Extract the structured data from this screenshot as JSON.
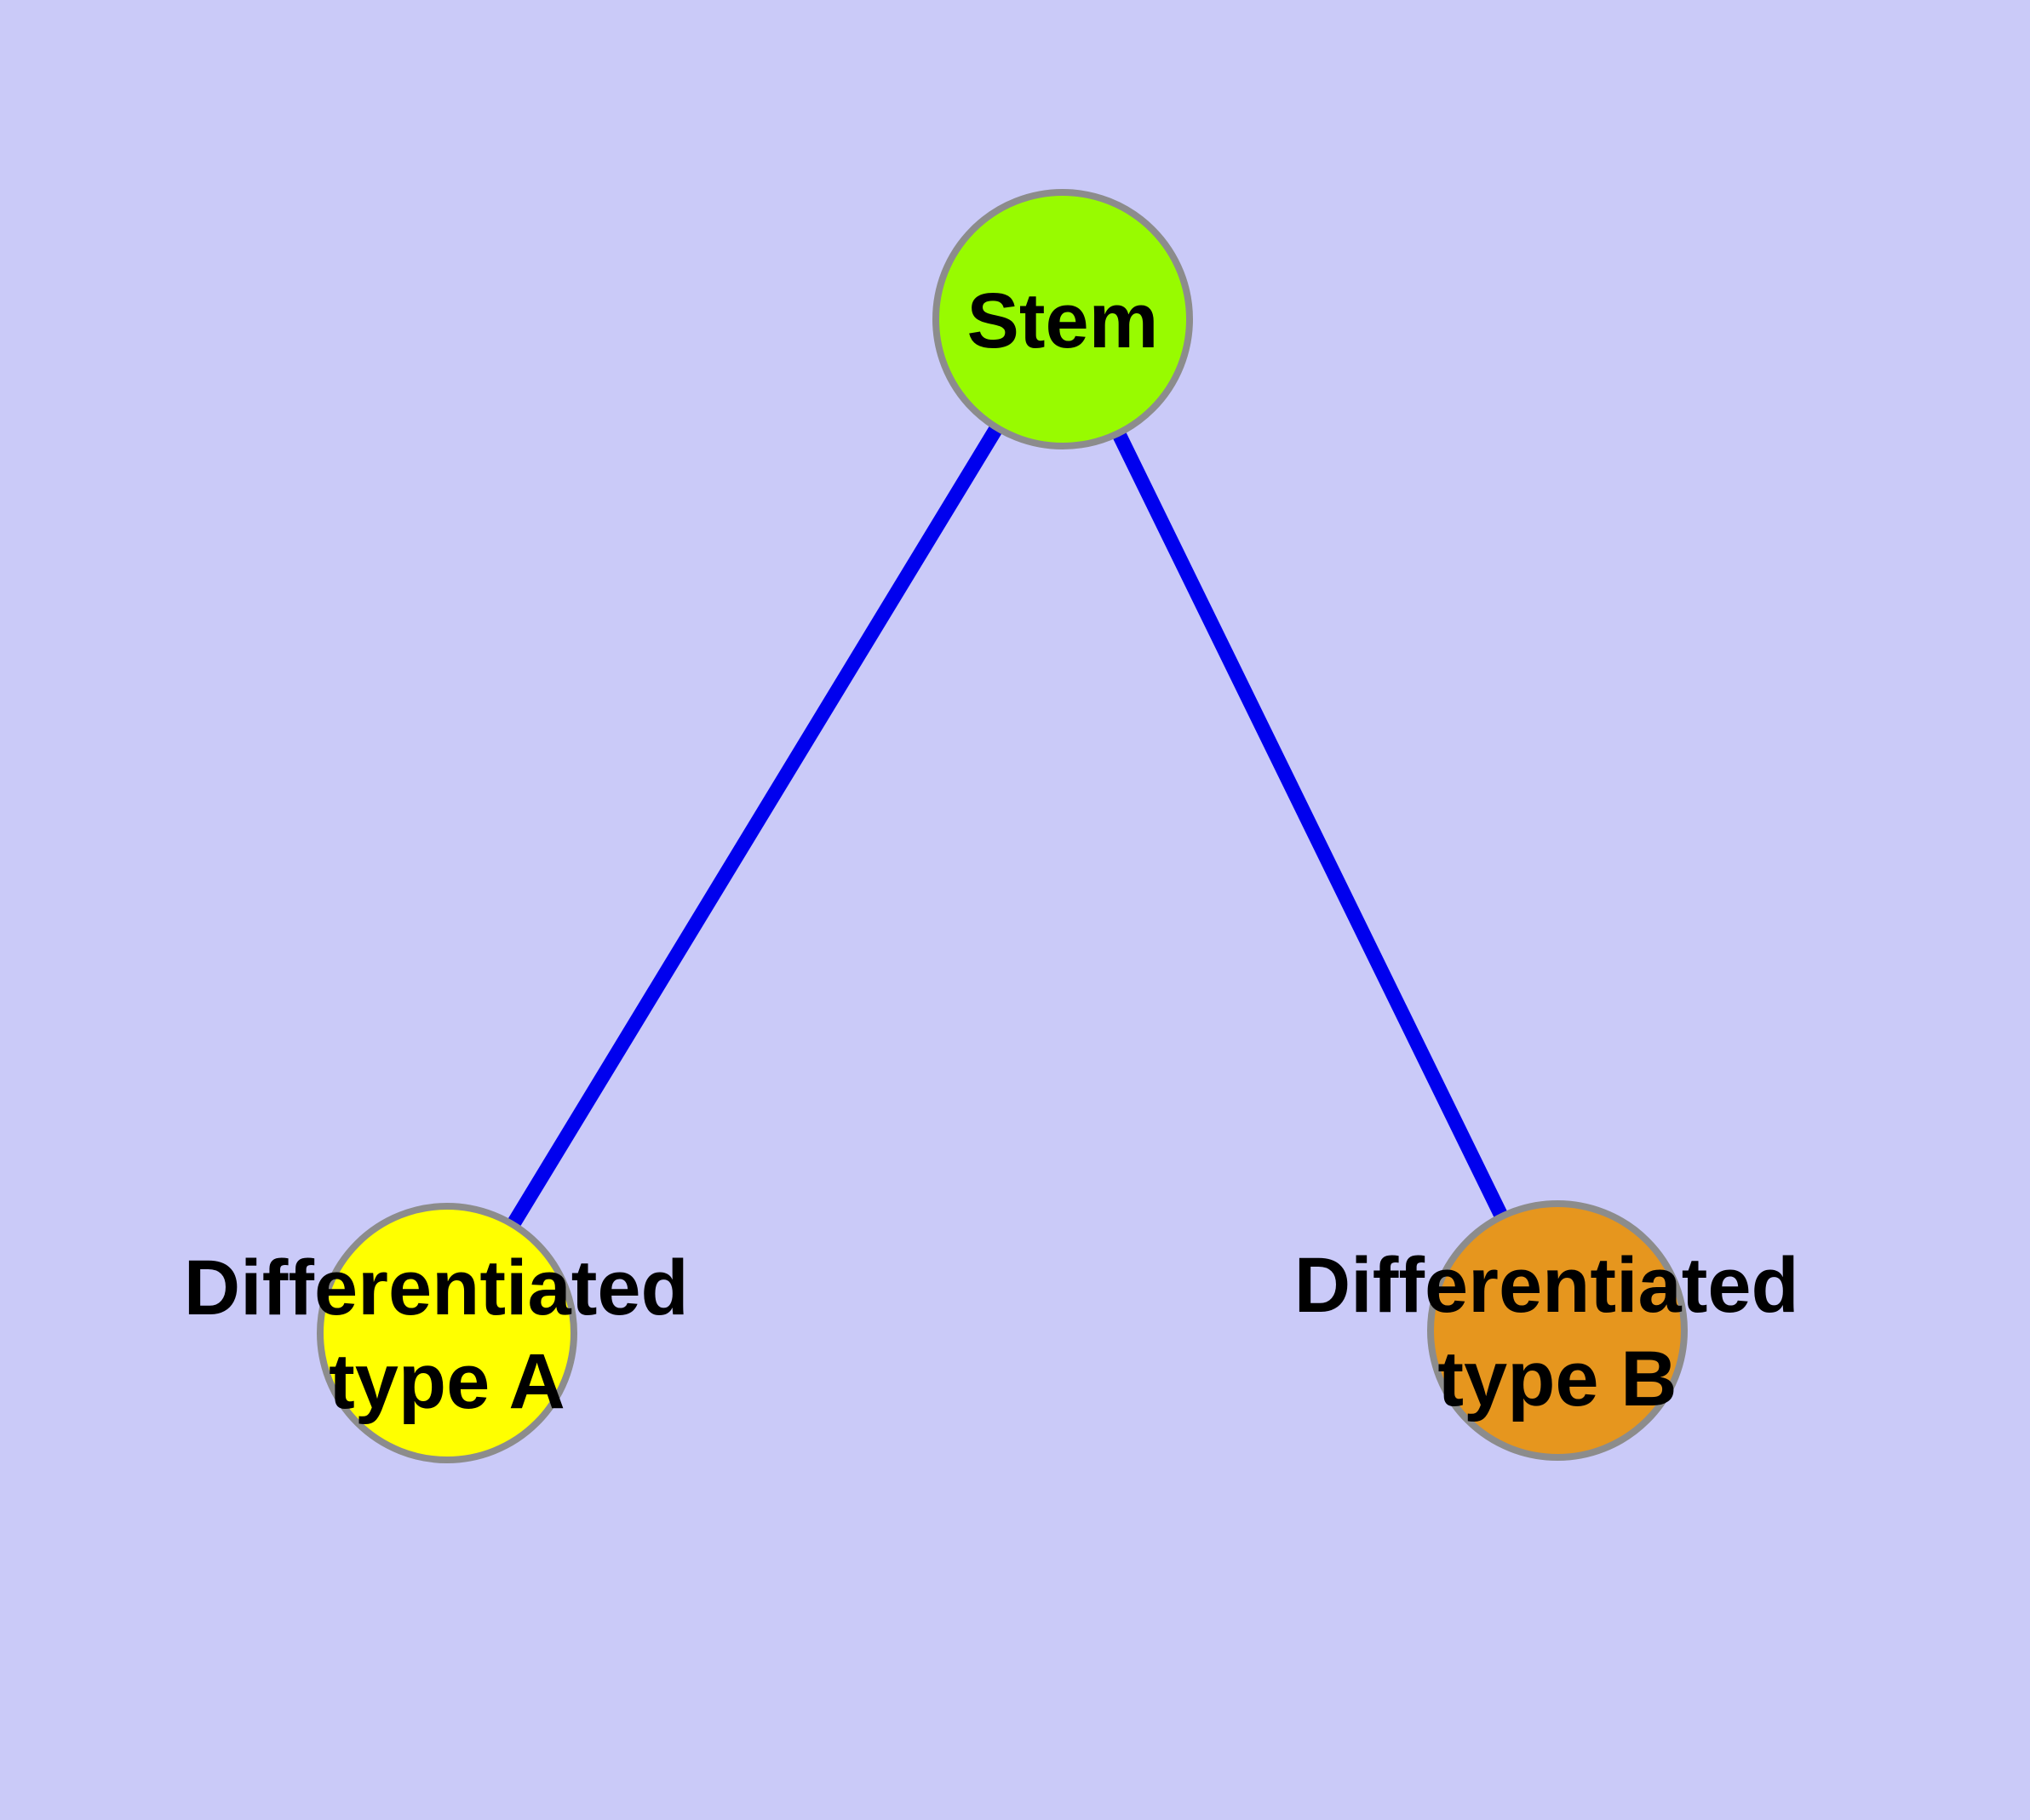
{
  "diagram": {
    "background_color": "#CACAF8",
    "edge_color": "#0000EE",
    "node_border_color": "#8C8C8C",
    "label_color": "#000000",
    "nodes": [
      {
        "id": "stem",
        "label": "Stem",
        "fill_color": "#98FB00",
        "shape": "circle"
      },
      {
        "id": "differentiated-type-a",
        "label_line1": "Differentiated",
        "label_line2": "type A",
        "fill_color": "#FFFF00",
        "shape": "circle"
      },
      {
        "id": "differentiated-type-b",
        "label_line1": "Differentiated",
        "label_line2": "type B",
        "fill_color": "#E6961E",
        "shape": "circle"
      }
    ],
    "edges": [
      {
        "from": "Stem",
        "to": "Differentiated type A"
      },
      {
        "from": "Stem",
        "to": "Differentiated type B"
      }
    ]
  }
}
